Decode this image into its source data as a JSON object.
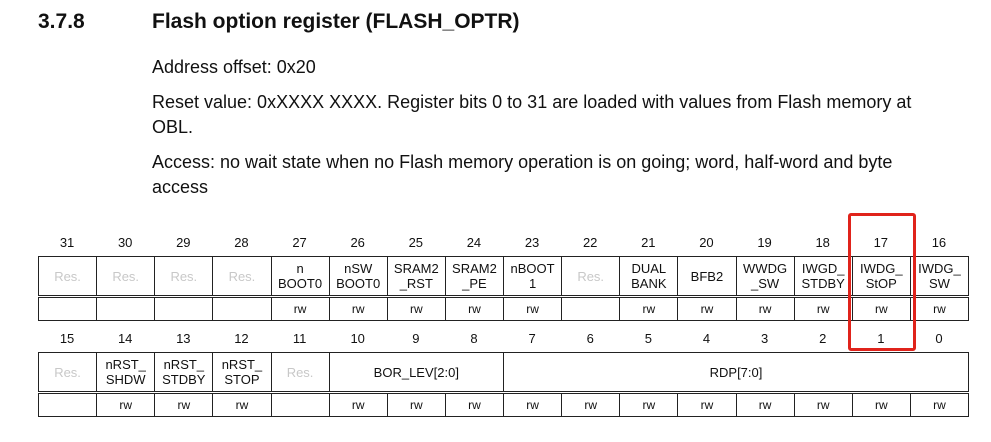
{
  "section": {
    "number": "3.7.8",
    "title": "Flash option register (FLASH_OPTR)"
  },
  "paragraphs": {
    "address": "Address offset: 0x20",
    "reset": "Reset value: 0xXXXX XXXX. Register bits 0 to 31 are loaded with values from Flash memory at OBL.",
    "access": "Access: no wait state when no Flash memory operation is on going; word, half-word and byte access"
  },
  "register": {
    "high_bits": [
      "31",
      "30",
      "29",
      "28",
      "27",
      "26",
      "25",
      "24",
      "23",
      "22",
      "21",
      "20",
      "19",
      "18",
      "17",
      "16"
    ],
    "low_bits": [
      "15",
      "14",
      "13",
      "12",
      "11",
      "10",
      "9",
      "8",
      "7",
      "6",
      "5",
      "4",
      "3",
      "2",
      "1",
      "0"
    ],
    "high_fields": [
      {
        "label": "Res.",
        "span": 1,
        "reserved": true
      },
      {
        "label": "Res.",
        "span": 1,
        "reserved": true
      },
      {
        "label": "Res.",
        "span": 1,
        "reserved": true
      },
      {
        "label": "Res.",
        "span": 1,
        "reserved": true
      },
      {
        "label": "n\nBOOT0",
        "span": 1,
        "reserved": false
      },
      {
        "label": "nSW\nBOOT0",
        "span": 1,
        "reserved": false
      },
      {
        "label": "SRAM2\n_RST",
        "span": 1,
        "reserved": false
      },
      {
        "label": "SRAM2\n_PE",
        "span": 1,
        "reserved": false
      },
      {
        "label": "nBOOT\n1",
        "span": 1,
        "reserved": false
      },
      {
        "label": "Res.",
        "span": 1,
        "reserved": true
      },
      {
        "label": "DUAL\nBANK",
        "span": 1,
        "reserved": false
      },
      {
        "label": "BFB2",
        "span": 1,
        "reserved": false
      },
      {
        "label": "WWDG\n_SW",
        "span": 1,
        "reserved": false
      },
      {
        "label": "IWGD_\nSTDBY",
        "span": 1,
        "reserved": false
      },
      {
        "label": "IWDG_\nStOP",
        "span": 1,
        "reserved": false
      },
      {
        "label": "IWDG_\nSW",
        "span": 1,
        "reserved": false
      }
    ],
    "high_access": [
      "",
      "",
      "",
      "",
      "rw",
      "rw",
      "rw",
      "rw",
      "rw",
      "",
      "rw",
      "rw",
      "rw",
      "rw",
      "rw",
      "rw"
    ],
    "low_fields": [
      {
        "label": "Res.",
        "span": 1,
        "reserved": true
      },
      {
        "label": "nRST_\nSHDW",
        "span": 1,
        "reserved": false
      },
      {
        "label": "nRST_\nSTDBY",
        "span": 1,
        "reserved": false
      },
      {
        "label": "nRST_\nSTOP",
        "span": 1,
        "reserved": false
      },
      {
        "label": "Res.",
        "span": 1,
        "reserved": true
      },
      {
        "label": "BOR_LEV[2:0]",
        "span": 3,
        "reserved": false
      },
      {
        "label": "RDP[7:0]",
        "span": 8,
        "reserved": false
      }
    ],
    "low_access": [
      "",
      "rw",
      "rw",
      "rw",
      "",
      "rw",
      "rw",
      "rw",
      "rw",
      "rw",
      "rw",
      "rw",
      "rw",
      "rw",
      "rw",
      "rw"
    ],
    "highlight_color": "#e0231b"
  }
}
